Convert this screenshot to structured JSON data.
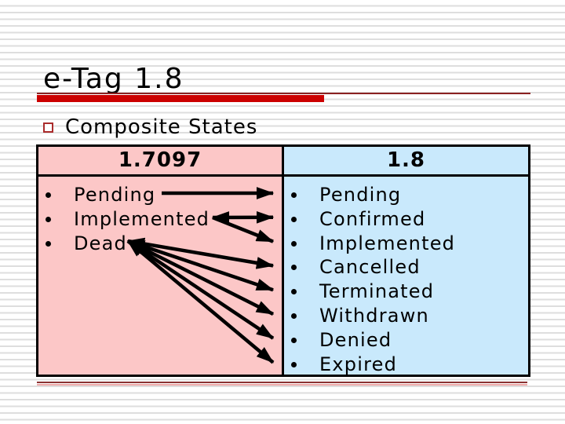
{
  "slide": {
    "title": "e-Tag 1.8",
    "bullet": "Composite States",
    "comparison": {
      "left": {
        "header": "1.7097",
        "items": [
          "Pending",
          "Implemented",
          "Dead"
        ]
      },
      "right": {
        "header": "1.8",
        "items": [
          "Pending",
          "Confirmed",
          "Implemented",
          "Cancelled",
          "Terminated",
          "Withdrawn",
          "Denied",
          "Expired"
        ]
      }
    },
    "arrows": [
      {
        "from": "Pending",
        "to": "Pending",
        "double_headed": false
      },
      {
        "from": "Implemented",
        "to": "Confirmed",
        "double_headed": true
      },
      {
        "from": "Implemented",
        "to": "Implemented",
        "double_headed": false
      },
      {
        "from": "Dead",
        "to": "Cancelled",
        "double_headed": true
      },
      {
        "from": "Dead",
        "to": "Terminated",
        "double_headed": true
      },
      {
        "from": "Dead",
        "to": "Withdrawn",
        "double_headed": true
      },
      {
        "from": "Dead",
        "to": "Denied",
        "double_headed": true
      },
      {
        "from": "Dead",
        "to": "Expired",
        "double_headed": true
      }
    ],
    "colors": {
      "left_panel": "#fcc7c7",
      "right_panel": "#c9e9fc",
      "accent_red": "#cc0000",
      "rule_dark_red": "#8b2222",
      "underline_dark": "#8b3333",
      "underline_pink": "#efabab",
      "square_bullet": "#aa2b2b",
      "arrow": "#000000"
    }
  }
}
